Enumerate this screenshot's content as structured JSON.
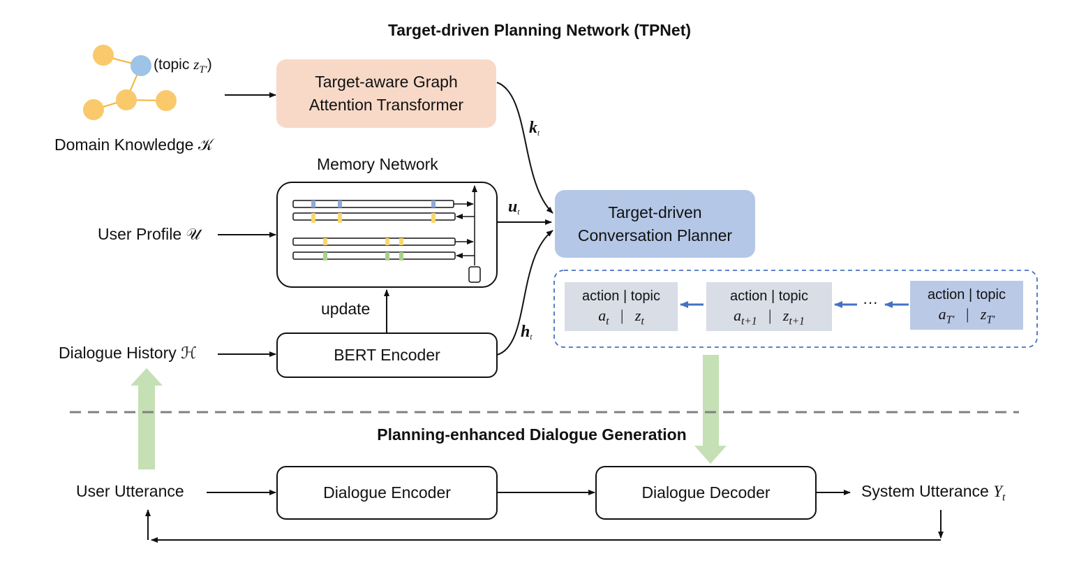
{
  "diagram": {
    "title_top": "Target-driven Planning Network (TPNet)",
    "title_bottom": "Planning-enhanced Dialogue Generation",
    "inputs": {
      "domain_knowledge": "Domain Knowledge 𝒦",
      "topic_tag_prefix": "(topic ",
      "topic_tag_var": "z",
      "topic_tag_sub": "T′",
      "topic_tag_suffix": ")",
      "user_profile": "User Profile 𝒰",
      "dialogue_history": "Dialogue History ℋ"
    },
    "modules": {
      "graph_transformer_line1": "Target-aware Graph",
      "graph_transformer_line2": "Attention Transformer",
      "memory_network": "Memory Network",
      "bert_encoder": "BERT Encoder",
      "update": "update",
      "planner_line1": "Target-driven",
      "planner_line2": "Conversation Planner",
      "dialogue_encoder": "Dialogue Encoder",
      "dialogue_decoder": "Dialogue Decoder"
    },
    "signals": {
      "k": "k",
      "u": "u",
      "h": "h",
      "sub_t": "t"
    },
    "sequence": [
      {
        "head": "action | topic",
        "a": "a",
        "a_sub": "t",
        "z": "z",
        "z_sub": "t"
      },
      {
        "head": "action | topic",
        "a": "a",
        "a_sub": "t+1",
        "z": "z",
        "z_sub": "t+1"
      },
      {
        "head": "action | topic",
        "a": "a",
        "a_sub": "T′",
        "z": "z",
        "z_sub": "T′"
      }
    ],
    "ellipsis": "···",
    "separator": "|",
    "bottom": {
      "user_utterance": "User Utterance",
      "system_utterance_prefix": "System Utterance ",
      "system_utterance_var": "Y",
      "system_utterance_sub": "t"
    },
    "colors": {
      "node_yellow": "#f9c96b",
      "node_blue": "#9dc3e6",
      "edge_orange": "#f2b437",
      "peach_box": "#f8d9c8",
      "planner_box": "#b4c7e7",
      "sequence_box": "#d8dde6",
      "sequence_box_target": "#bac9e6",
      "blue_arrow": "#4472c4",
      "green_arrow": "#c5e0b4",
      "dashed_line": "#808080"
    }
  }
}
